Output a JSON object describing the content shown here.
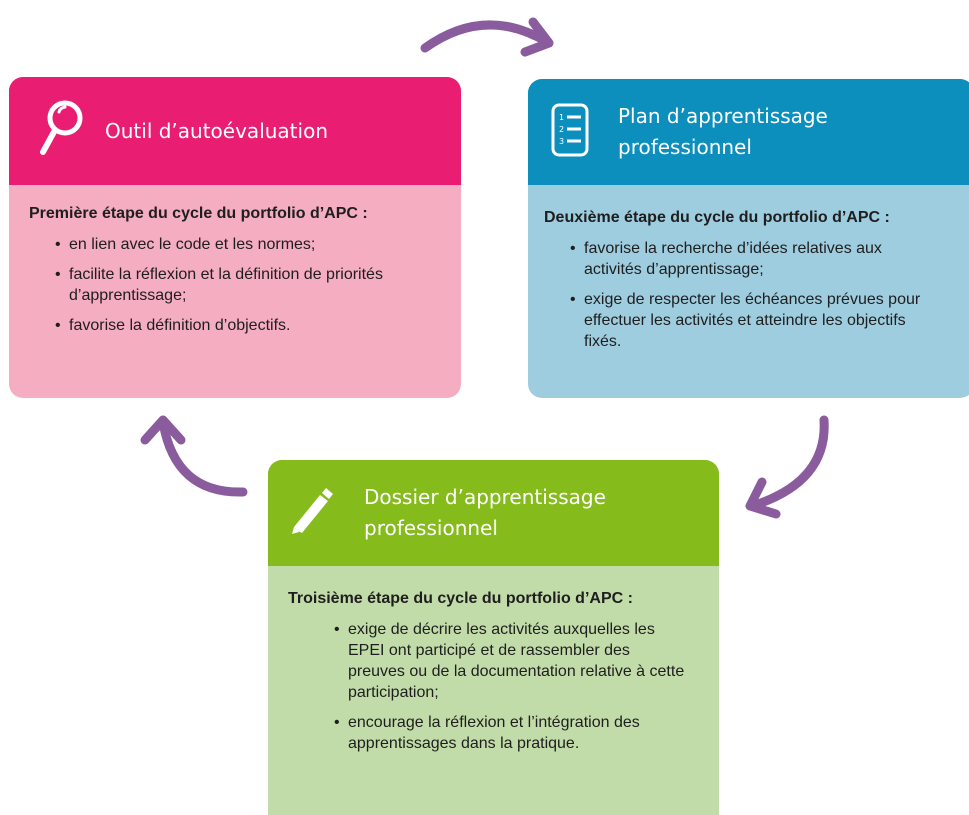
{
  "colors": {
    "pink_header": "#e91e73",
    "pink_body": "#f5adc1",
    "blue_header": "#0c8fbd",
    "blue_body": "#9ecde0",
    "green_header": "#86bb1c",
    "green_body": "#c2dca9",
    "arrow": "#8a5c9e"
  },
  "cards": [
    {
      "title": "Outil d’autoévaluation",
      "icon": "magnifier-icon",
      "lead": "Première étape du cycle du portfolio d’APC :",
      "items": [
        "en lien avec le code et les normes;",
        "facilite la réflexion et la définition de priorités d’apprentissage;",
        "favorise la définition d’objectifs."
      ]
    },
    {
      "title": "Plan d’apprentissage professionnel",
      "icon": "numbered-list-icon",
      "lead": "Deuxième étape du cycle du portfolio d’APC :",
      "items": [
        "favorise la recherche d’idées relatives aux activités d’apprentissage;",
        "exige de respecter les échéances prévues pour effectuer les activités et atteindre les objectifs fixés."
      ]
    },
    {
      "title": "Dossier d’apprentissage professionnel",
      "icon": "pencil-icon",
      "lead": "Troisième étape du cycle du portfolio d’APC :",
      "items": [
        "exige de décrire les activités auxquelles les EPEI ont participé et de rassembler des preuves ou de la documentation relative à cette participation;",
        "encourage la réflexion et l’intégration des apprentissages dans la pratique."
      ]
    }
  ],
  "bullet": "•"
}
